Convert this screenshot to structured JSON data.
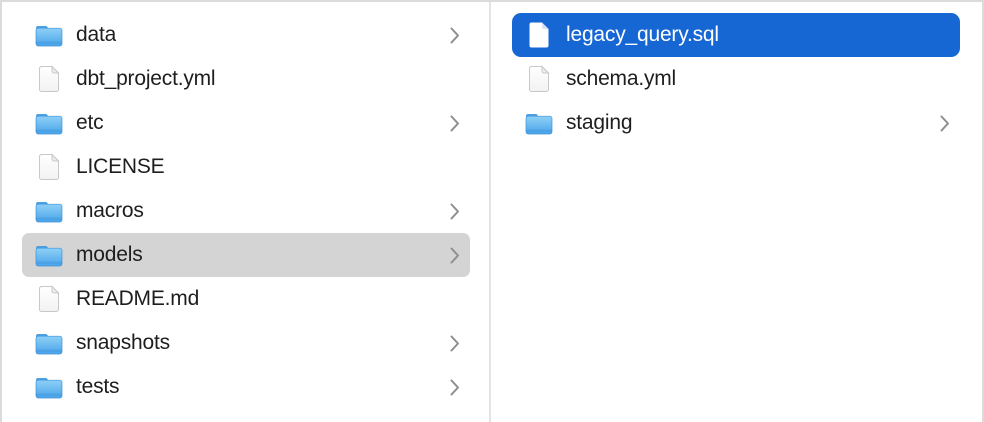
{
  "app": {
    "name": "Finder",
    "view": "column-view file browser"
  },
  "colors": {
    "selection_blue": "#1666d4",
    "selection_gray": "#d4d4d4",
    "divider": "#e4e4e4",
    "border": "#dbdbdb",
    "text": "#1e1e1e",
    "text_on_selection": "#ffffff",
    "chevron": "#8e8e8e",
    "folder_top": "#8ed0f6",
    "folder_bottom": "#4aa3ea",
    "folder_tab": "#4d9fe0"
  },
  "columns": [
    {
      "name": "left-column",
      "items": [
        {
          "label": "data",
          "type": "folder",
          "chevron": true,
          "selected": "none"
        },
        {
          "label": "dbt_project.yml",
          "type": "file",
          "chevron": false,
          "selected": "none"
        },
        {
          "label": "etc",
          "type": "folder",
          "chevron": true,
          "selected": "none"
        },
        {
          "label": "LICENSE",
          "type": "file",
          "chevron": false,
          "selected": "none"
        },
        {
          "label": "macros",
          "type": "folder",
          "chevron": true,
          "selected": "none"
        },
        {
          "label": "models",
          "type": "folder",
          "chevron": true,
          "selected": "inactive"
        },
        {
          "label": "README.md",
          "type": "file",
          "chevron": false,
          "selected": "none"
        },
        {
          "label": "snapshots",
          "type": "folder",
          "chevron": true,
          "selected": "none"
        },
        {
          "label": "tests",
          "type": "folder",
          "chevron": true,
          "selected": "none"
        }
      ]
    },
    {
      "name": "right-column",
      "items": [
        {
          "label": "legacy_query.sql",
          "type": "file",
          "chevron": false,
          "selected": "active"
        },
        {
          "label": "schema.yml",
          "type": "file",
          "chevron": false,
          "selected": "none"
        },
        {
          "label": "staging",
          "type": "folder",
          "chevron": true,
          "selected": "none"
        }
      ]
    }
  ]
}
